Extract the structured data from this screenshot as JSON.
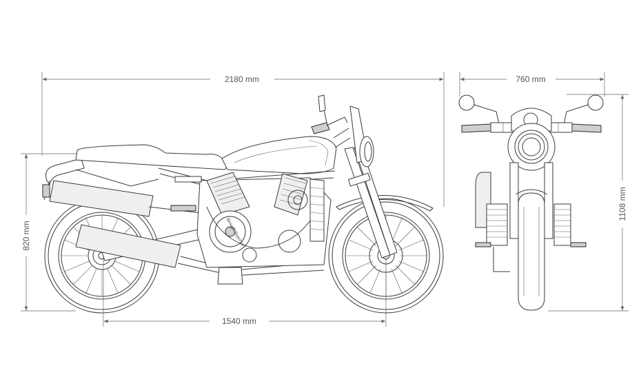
{
  "dimensions": {
    "overall_length": "2180 mm",
    "wheelbase": "1540 mm",
    "seat_height": "820 mm",
    "handlebar_width": "760 mm",
    "overall_height": "1108 mm"
  },
  "tank_logo": "Brough Superior",
  "colors": {
    "line": "#3a3a3a",
    "dimension_line": "#8a8a8a",
    "dimension_text": "#555555",
    "background": "#ffffff"
  }
}
